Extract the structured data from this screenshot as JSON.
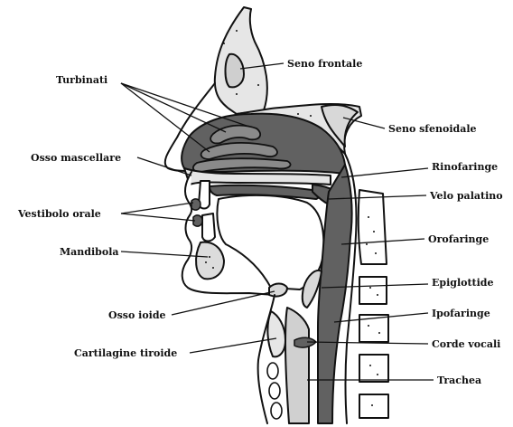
{
  "diagram": {
    "colors": {
      "airway": "#616161",
      "tissue_light": "#d0d0d0",
      "bone_light": "#dcdcdc",
      "outline": "#111111",
      "background": "#ffffff"
    },
    "labels": {
      "seno_frontale": "Seno frontale",
      "turbinati": "Turbinati",
      "seno_sfenoidale": "Seno sfenoidale",
      "osso_mascellare": "Osso mascellare",
      "rinofaringe": "Rinofaringe",
      "velo_palatino": "Velo palatino",
      "vestibolo_orale": "Vestibolo orale",
      "orofaringe": "Orofaringe",
      "mandibola": "Mandibola",
      "epiglottide": "Epiglottide",
      "osso_ioide": "Osso ioide",
      "ipofaringe": "Ipofaringe",
      "corde_vocali": "Corde vocali",
      "cartilagine_tiroide": "Cartilagine tiroide",
      "trachea": "Trachea"
    }
  }
}
